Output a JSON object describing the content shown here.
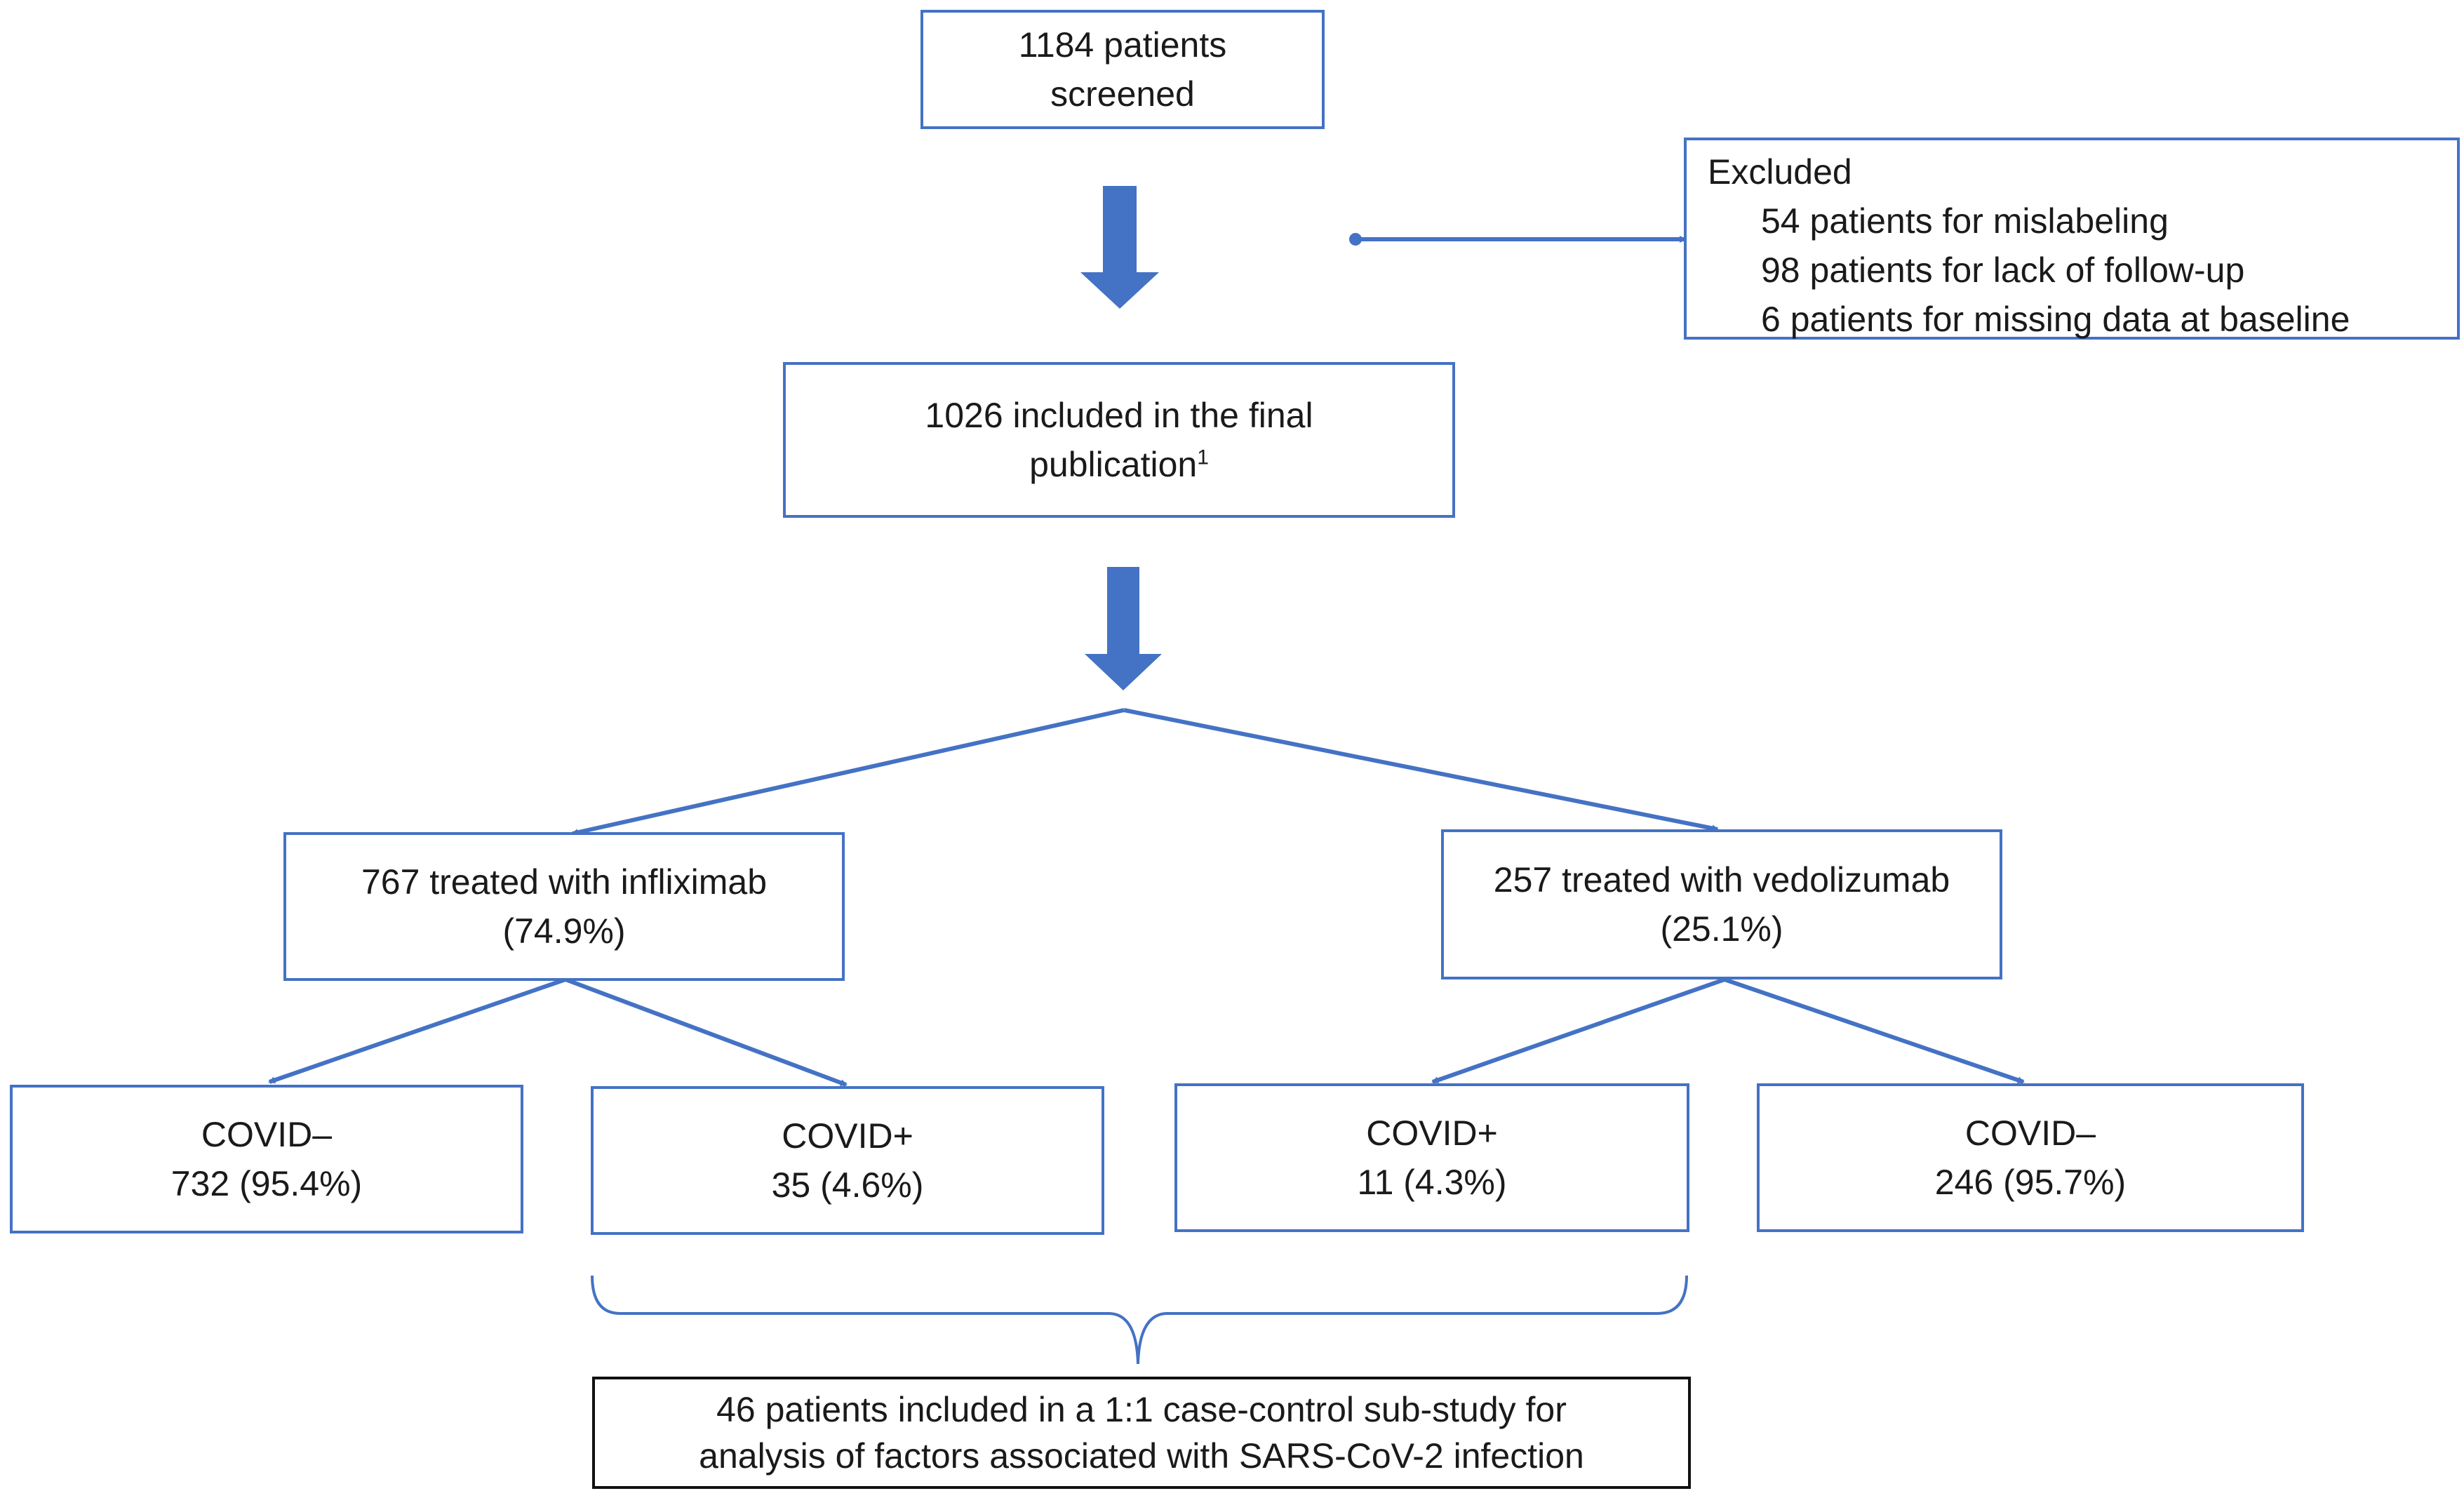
{
  "theme": {
    "box_border": "#4472c4",
    "arrow_fill": "#4472c4",
    "final_border": "#111111",
    "text": "#1a1a1a"
  },
  "nodes": {
    "screened": {
      "line1": "1184 patients",
      "line2": "screened"
    },
    "excluded": {
      "heading": "Excluded",
      "items": [
        "54 patients for mislabeling",
        "98 patients for lack of follow-up",
        "6 patients for missing data at baseline"
      ]
    },
    "included": {
      "line1": "1026 included in the final",
      "line2": "publication",
      "superscript": "1"
    },
    "infliximab": {
      "line1": "767 treated with infliximab",
      "line2": "(74.9%)"
    },
    "vedolizumab": {
      "line1": "257 treated with vedolizumab",
      "line2": "(25.1%)"
    },
    "ifx_neg": {
      "line1": "COVID–",
      "line2": "732 (95.4%)"
    },
    "ifx_pos": {
      "line1": "COVID+",
      "line2": "35 (4.6%)"
    },
    "vdz_pos": {
      "line1": "COVID+",
      "line2": "11 (4.3%)"
    },
    "vdz_neg": {
      "line1": "COVID–",
      "line2": "246 (95.7%)"
    },
    "substudy": {
      "line1": "46 patients included in a 1:1 case-control sub-study for",
      "line2": "analysis of factors associated with SARS-CoV-2 infection"
    }
  }
}
